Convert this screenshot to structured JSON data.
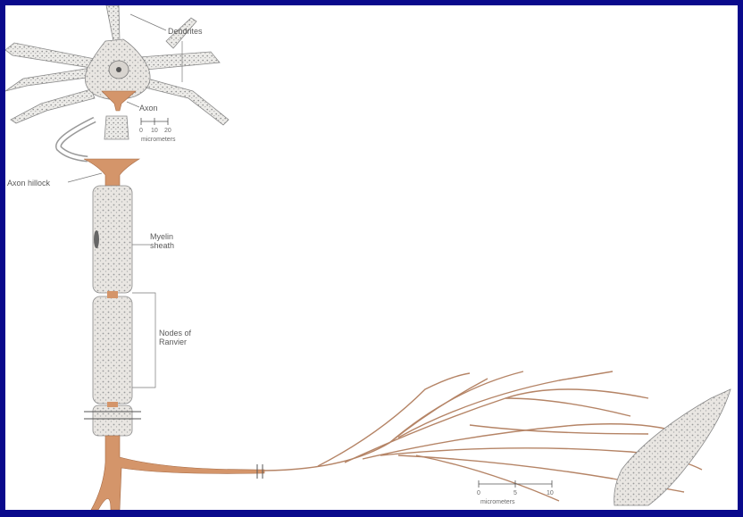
{
  "labels": {
    "dendrites": "Dendrites",
    "axon": "Axon",
    "axon_hillock": "Axon hillock",
    "myelin_sheath_1": "Myelin",
    "myelin_sheath_2": "sheath",
    "nodes_1": "Nodes of",
    "nodes_2": "Ranvier"
  },
  "scale_top": {
    "ticks": [
      "0",
      "10",
      "20"
    ],
    "unit": "micrometers"
  },
  "scale_bottom": {
    "ticks": [
      "0",
      "5",
      "10"
    ],
    "unit": "micrometers"
  },
  "colors": {
    "background": "#0a0a8c",
    "panel": "#ffffff",
    "axon": "#d4956a",
    "line": "#8a8a8a"
  }
}
